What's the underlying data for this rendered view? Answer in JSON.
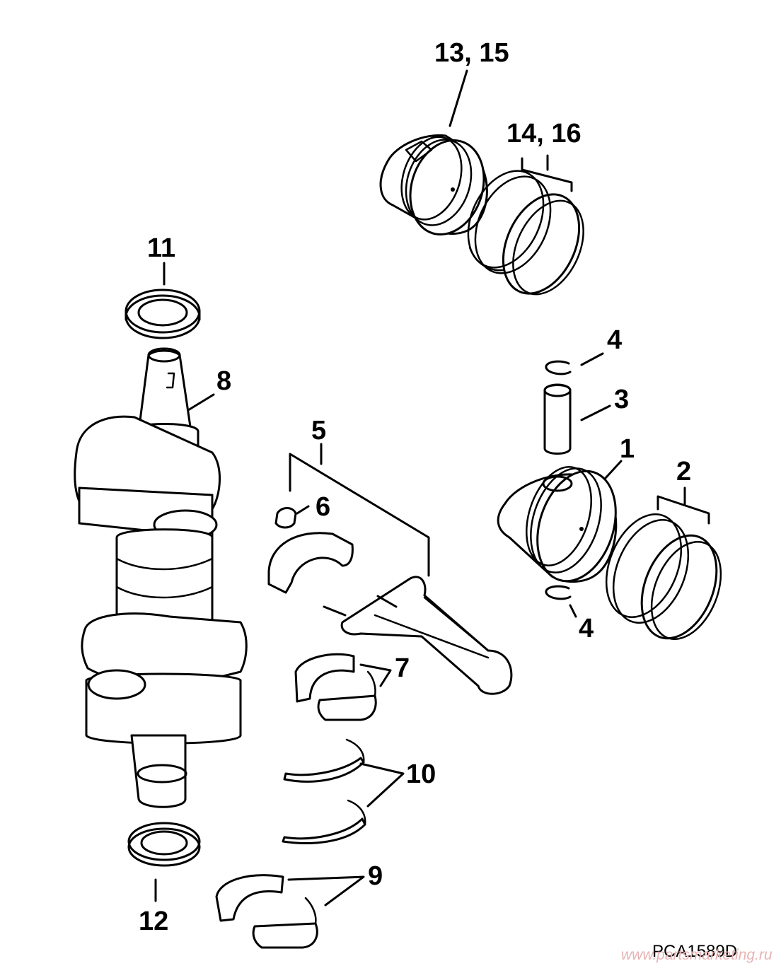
{
  "callouts": {
    "c1": "1",
    "c2": "2",
    "c3": "3",
    "c4_top": "4",
    "c4_bottom": "4",
    "c5": "5",
    "c6": "6",
    "c7": "7",
    "c8": "8",
    "c9": "9",
    "c10": "10",
    "c11": "11",
    "c12": "12",
    "c13_15": "13, 15",
    "c14_16": "14, 16"
  },
  "drawing_code": "PCA1589D",
  "watermark": "www.partsmarketing.ru"
}
